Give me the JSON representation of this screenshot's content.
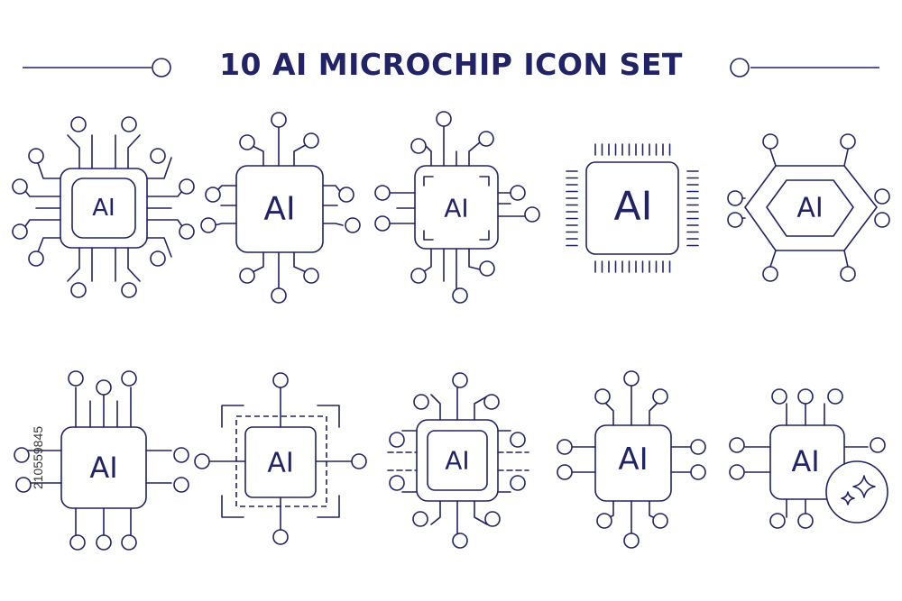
{
  "title": "10 AI MICROCHIP ICON SET",
  "chip_label": "AI",
  "side_text": "210559845",
  "colors": {
    "stroke": "#222266",
    "background": "#ffffff"
  },
  "icons": [
    {
      "name": "ai-chip-radial-icon"
    },
    {
      "name": "ai-chip-circuit-icon"
    },
    {
      "name": "ai-chip-frame-corners-icon"
    },
    {
      "name": "ai-chip-pins-icon"
    },
    {
      "name": "ai-chip-hexagon-icon"
    },
    {
      "name": "ai-chip-top-bottom-icon"
    },
    {
      "name": "ai-chip-dashed-frame-icon"
    },
    {
      "name": "ai-chip-dashed-lines-icon"
    },
    {
      "name": "ai-chip-simple-icon"
    },
    {
      "name": "ai-chip-sparkle-icon"
    }
  ]
}
